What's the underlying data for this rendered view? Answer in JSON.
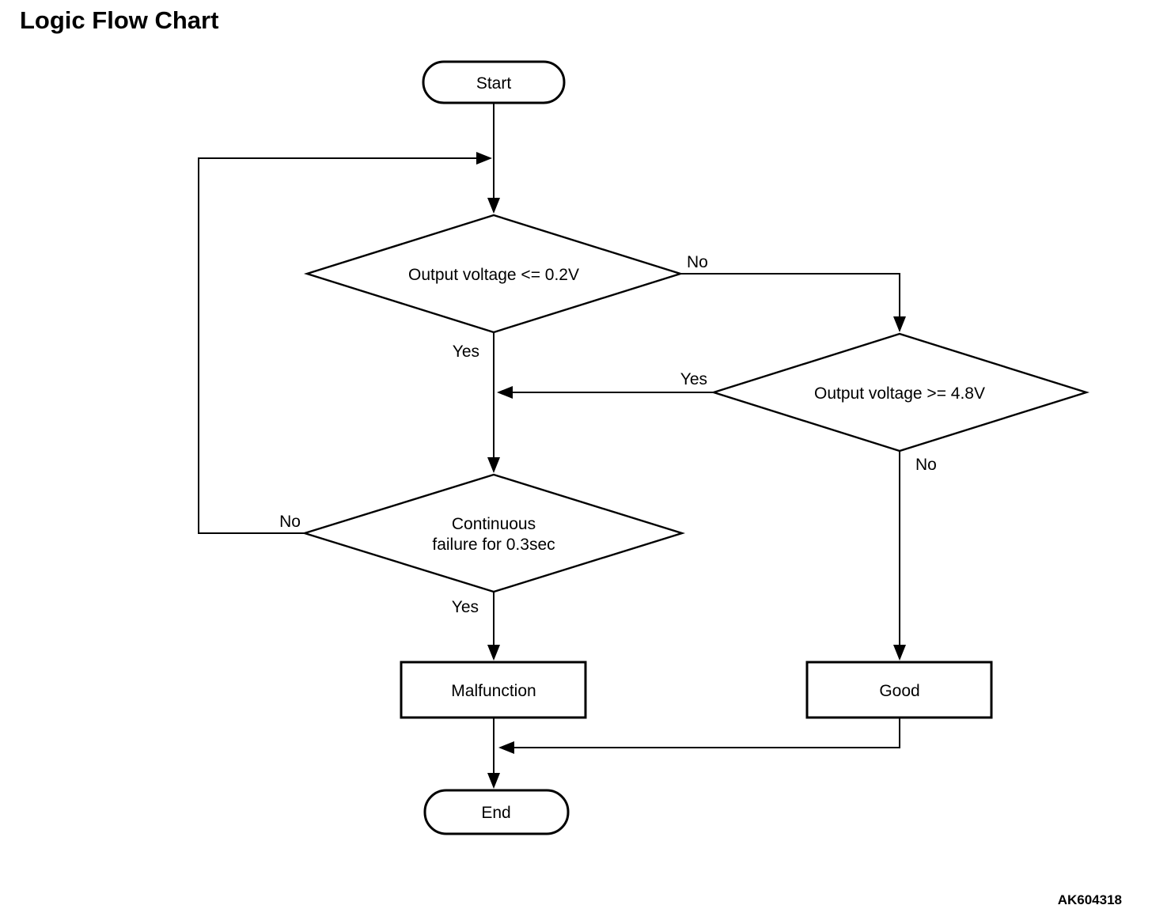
{
  "title": "Logic Flow Chart",
  "figure_code": "AK604318",
  "colors": {
    "line": "#000000",
    "background": "#ffffff",
    "text": "#000000"
  },
  "nodes": {
    "start": {
      "type": "terminator",
      "label": "Start"
    },
    "check_low": {
      "type": "decision",
      "label": "Output voltage <= 0.2V"
    },
    "check_high": {
      "type": "decision",
      "label": "Output voltage >= 4.8V"
    },
    "continuous": {
      "type": "decision",
      "label": "Continuous failure for 0.3sec",
      "line1": "Continuous",
      "line2": "failure for 0.3sec"
    },
    "malfunction": {
      "type": "process",
      "label": "Malfunction"
    },
    "good": {
      "type": "process",
      "label": "Good"
    },
    "end": {
      "type": "terminator",
      "label": "End"
    }
  },
  "edge_labels": {
    "check_low_no": "No",
    "check_low_yes": "Yes",
    "check_high_yes": "Yes",
    "check_high_no": "No",
    "continuous_no": "No",
    "continuous_yes": "Yes"
  }
}
